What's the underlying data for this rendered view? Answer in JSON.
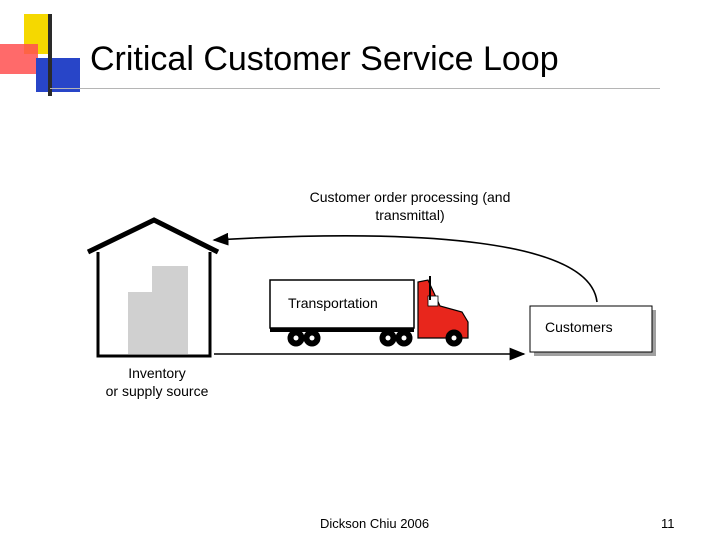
{
  "slide": {
    "title": "Critical Customer Service Loop",
    "footer_author": "Dickson Chiu 2006",
    "page_number": "11"
  },
  "diagram": {
    "order_label_line1": "Customer order processing (and",
    "order_label_line2": "transmittal)",
    "transport_label": "Transportation",
    "customers_label": "Customers",
    "inventory_label_line1": "Inventory",
    "inventory_label_line2": "or supply source"
  },
  "colors": {
    "deco_yellow": "#f5d800",
    "deco_red": "#ff5050",
    "deco_blue": "#2845c8",
    "truck_red": "#e8261c",
    "box_gray": "#d0d0d0"
  }
}
